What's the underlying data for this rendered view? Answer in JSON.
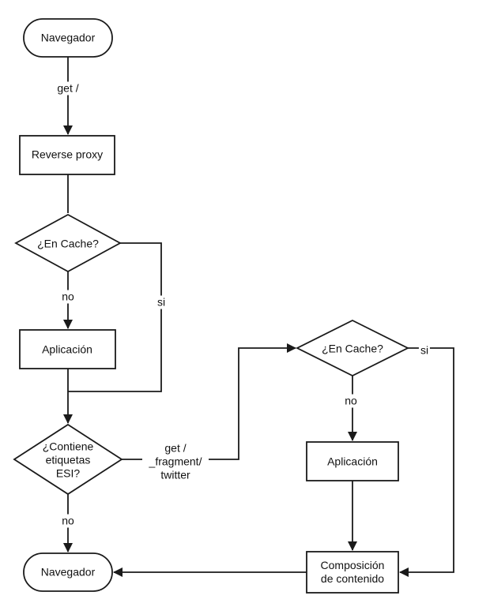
{
  "nodes": {
    "browser_top": "Navegador",
    "reverse_proxy": "Reverse proxy",
    "cache_check_1": "¿En Cache?",
    "app_1": "Aplicación",
    "esi_check": "¿Contiene etiquetas ESI?",
    "browser_bottom": "Navegador",
    "cache_check_2": "¿En Cache?",
    "app_2": "Aplicación",
    "composition": "Composición de contenido"
  },
  "edges": {
    "get_root": "get /",
    "cache1_no": "no",
    "cache1_si": "si",
    "esi_no": "no",
    "get_fragment": "get / _fragment/ twitter",
    "cache2_no": "no",
    "cache2_si": "si"
  },
  "colors": {
    "stroke": "#1a1a1a",
    "background": "#ffffff",
    "text": "#111111"
  }
}
